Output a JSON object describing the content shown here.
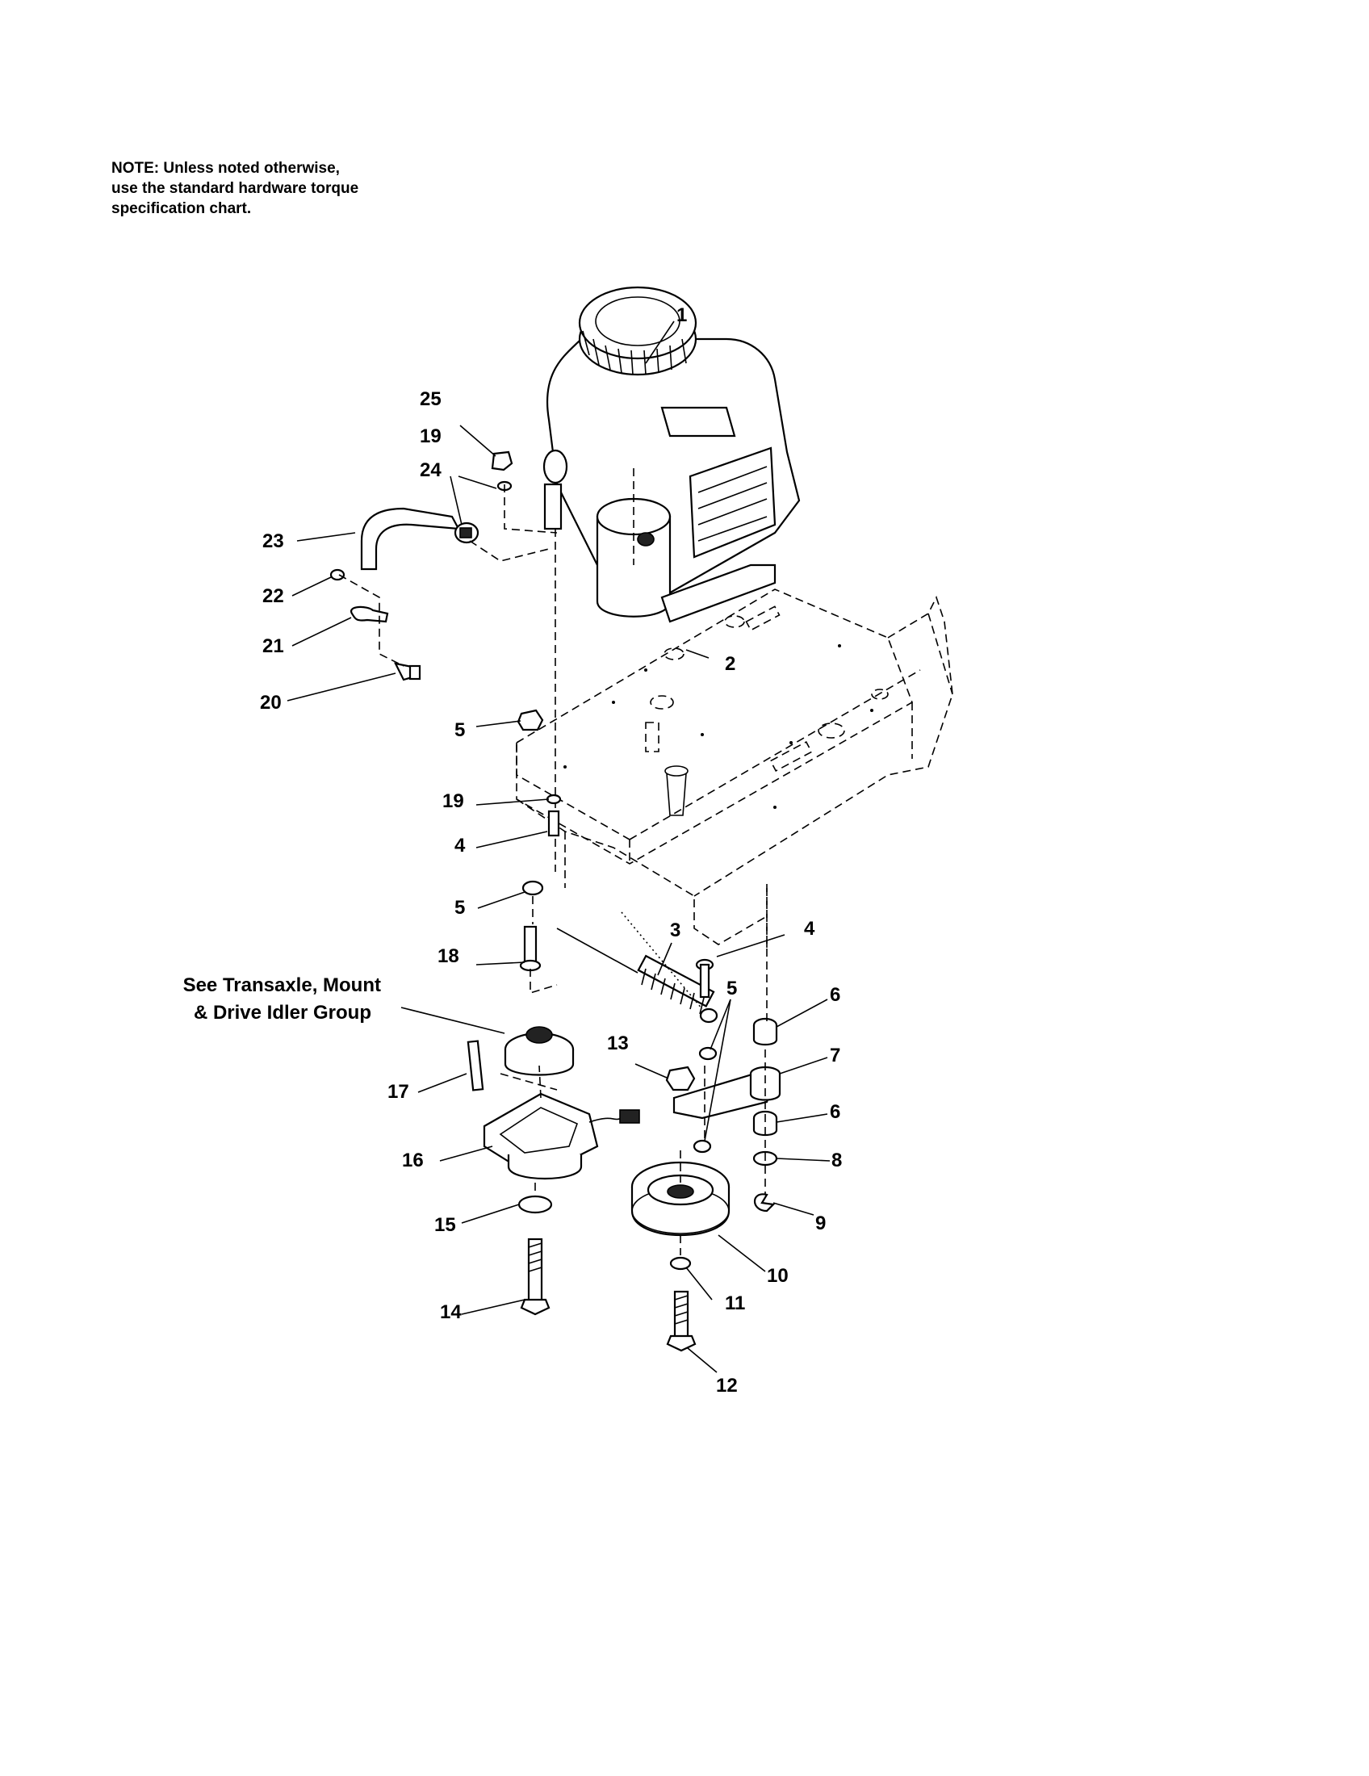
{
  "note": {
    "lines": [
      "NOTE: Unless noted otherwise,",
      "use the standard hardware torque",
      "specification chart."
    ]
  },
  "reference": {
    "line1": "See Transaxle, Mount",
    "line2": "& Drive Idler Group"
  },
  "callouts": [
    "1",
    "2",
    "3",
    "4",
    "4",
    "5",
    "5",
    "5",
    "6",
    "6",
    "7",
    "8",
    "9",
    "10",
    "11",
    "12",
    "13",
    "14",
    "15",
    "16",
    "17",
    "18",
    "19",
    "19",
    "20",
    "21",
    "22",
    "23",
    "24",
    "25"
  ]
}
